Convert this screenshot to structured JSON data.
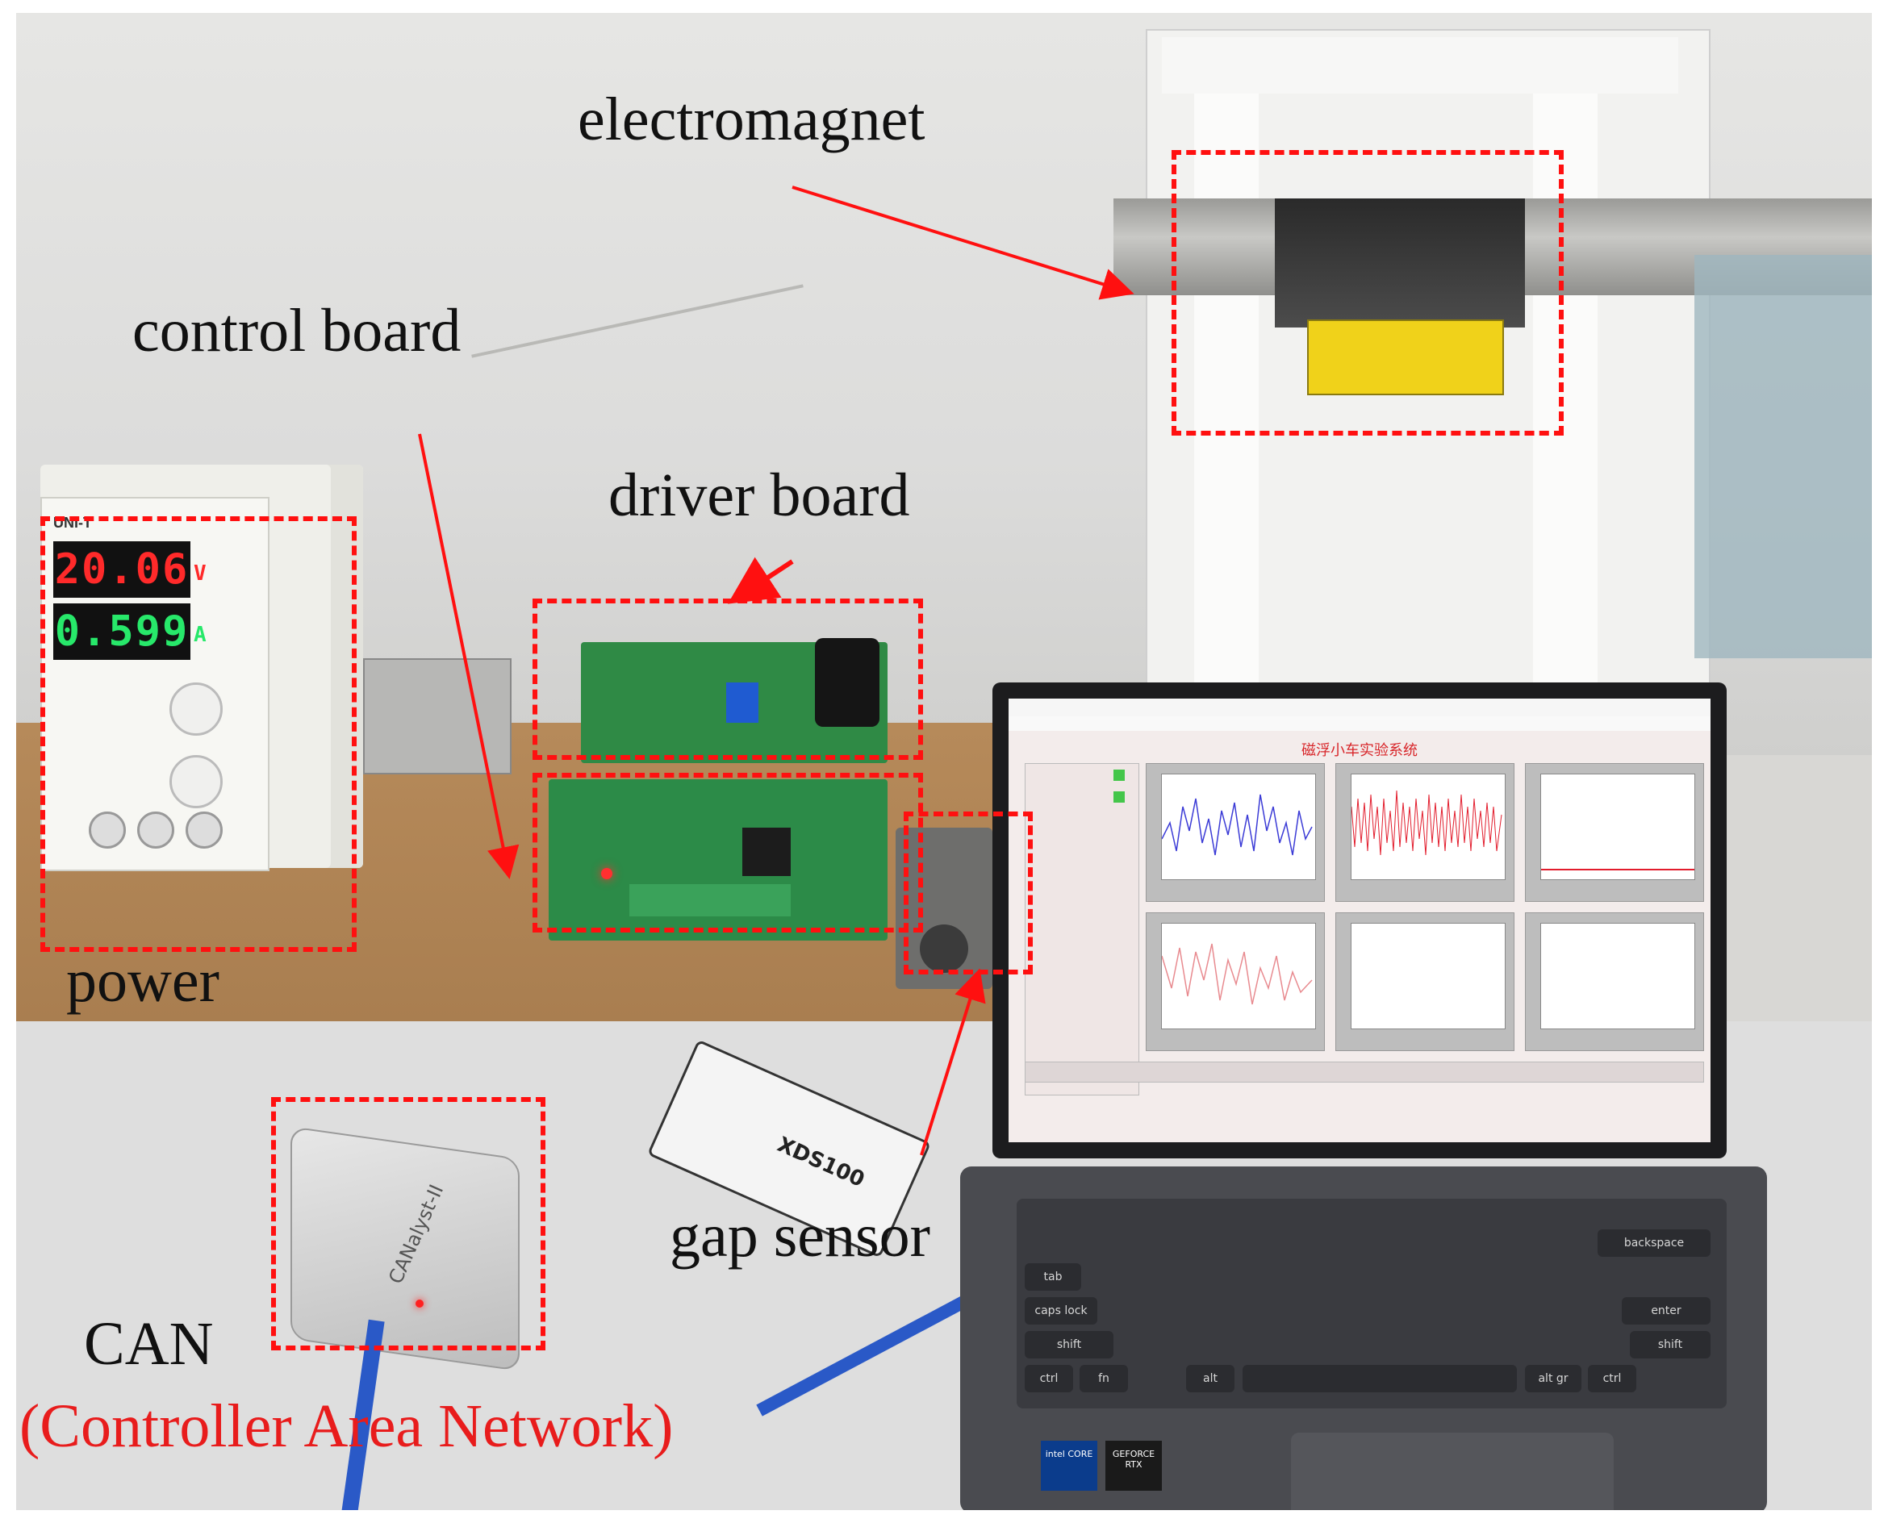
{
  "labels": {
    "electromagnet": "electromagnet",
    "control_board": "control board",
    "driver_board": "driver board",
    "power": "power",
    "gap_sensor": "gap sensor",
    "can": "CAN",
    "can_full": "(Controller Area Network)"
  },
  "power_supply": {
    "voltage": "20.06",
    "current": "0.599",
    "voltage_unit": "V",
    "current_unit": "A",
    "brand": "UNI-T"
  },
  "can_device": {
    "name": "CANalyst-II"
  },
  "emulator": {
    "name": "XDS100"
  },
  "laptop_app": {
    "title": "磁浮小车实验系统"
  },
  "laptop_badges": {
    "intel": "intel CORE",
    "nvidia": "GEFORCE RTX"
  },
  "keyboard": {
    "backspace": "backspace",
    "enter": "enter",
    "caps": "caps lock",
    "shift_left": "shift",
    "shift_right": "shift",
    "tab": "tab",
    "ctrl_left": "ctrl",
    "ctrl_right": "ctrl",
    "fn": "fn",
    "alt_left": "alt",
    "alt_right": "alt gr"
  },
  "colors": {
    "annotation_red": "#ff1010",
    "voltage_display": "#ff2a2a",
    "current_display": "#27e86a",
    "app_title": "#d8262a",
    "plot_blue": "#3b3bd6",
    "plot_red": "#e21c2c"
  }
}
